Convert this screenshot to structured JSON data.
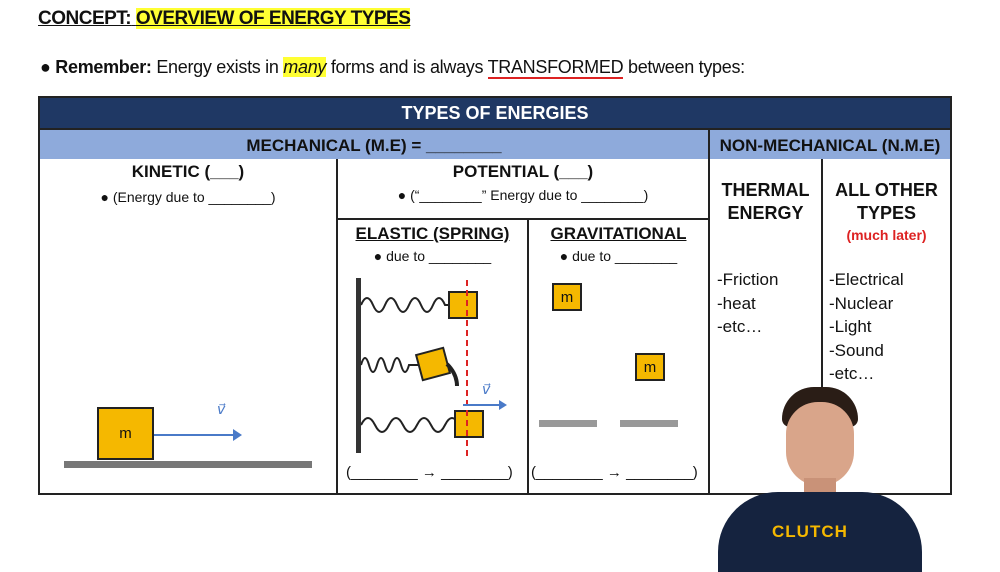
{
  "header": {
    "concept_label": "CONCEPT:",
    "concept_title": "OVERVIEW OF ENERGY TYPES"
  },
  "remember": {
    "label": "Remember:",
    "text1": "Energy exists in",
    "many": "many",
    "text2": "forms and is always",
    "transformed": "TRANSFORMED",
    "text3": "between types:"
  },
  "table": {
    "title": "TYPES OF ENERGIES",
    "mechanical": "MECHANICAL (M.E) = ________",
    "non_mechanical": "NON-MECHANICAL (N.M.E)",
    "kinetic": {
      "title": "KINETIC (___)",
      "note": "● (Energy due to ________)",
      "mass": "m",
      "velocity": "v⃗"
    },
    "potential": {
      "title": "POTENTIAL (___)",
      "note": "● (“________” Energy due to ________)"
    },
    "elastic": {
      "title": "ELASTIC (SPRING)",
      "note": "● due to ________",
      "velocity": "v⃗",
      "transform": "(________ → ________)"
    },
    "gravitational": {
      "title": "GRAVITATIONAL",
      "note": "● due to ________",
      "mass": "m",
      "transform": "(________ → ________)"
    },
    "thermal": {
      "title1": "THERMAL",
      "title2": "ENERGY",
      "items": [
        "-Friction",
        "-heat",
        "-etc…"
      ]
    },
    "other": {
      "title1": "ALL OTHER",
      "title2": "TYPES",
      "note": "(much later)",
      "items": [
        "-Electrical",
        "-Nuclear",
        "-Light",
        "-Sound",
        "-etc…"
      ]
    }
  },
  "presenter": {
    "shirt_logo": "CLUTCH"
  },
  "colors": {
    "highlight": "#ffff33",
    "header_dark": "#1f3864",
    "header_light": "#8eaadb",
    "block": "#f5b800",
    "arrow": "#4a7ac8",
    "red": "#d22222"
  }
}
